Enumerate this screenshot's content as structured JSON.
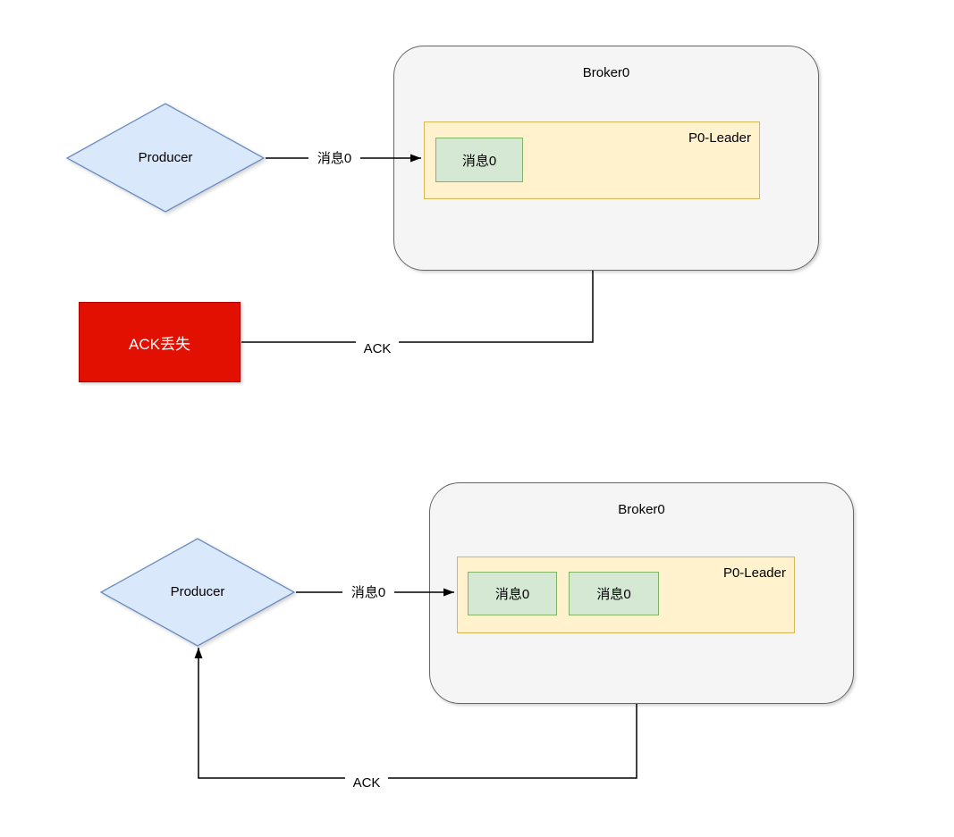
{
  "colors": {
    "producer_fill": "#dae8fc",
    "producer_border": "#6c8ebf",
    "broker_fill": "#f5f5f5",
    "broker_border": "#666666",
    "partition_fill": "#fff2cc",
    "partition_border": "#d6b656",
    "message_fill": "#d5e8d4",
    "message_border": "#82b366",
    "error_fill": "#e11000",
    "error_border": "#b00000",
    "error_text": "#ffffff",
    "line": "#000000"
  },
  "scenario_1": {
    "producer": "Producer",
    "broker": "Broker0",
    "partition": "P0-Leader",
    "messages": [
      "消息0"
    ],
    "send_label": "消息0",
    "ack_label": "ACK",
    "ack_lost": "ACK丢失"
  },
  "scenario_2": {
    "producer": "Producer",
    "broker": "Broker0",
    "partition": "P0-Leader",
    "messages": [
      "消息0",
      "消息0"
    ],
    "send_label": "消息0",
    "ack_label": "ACK"
  }
}
